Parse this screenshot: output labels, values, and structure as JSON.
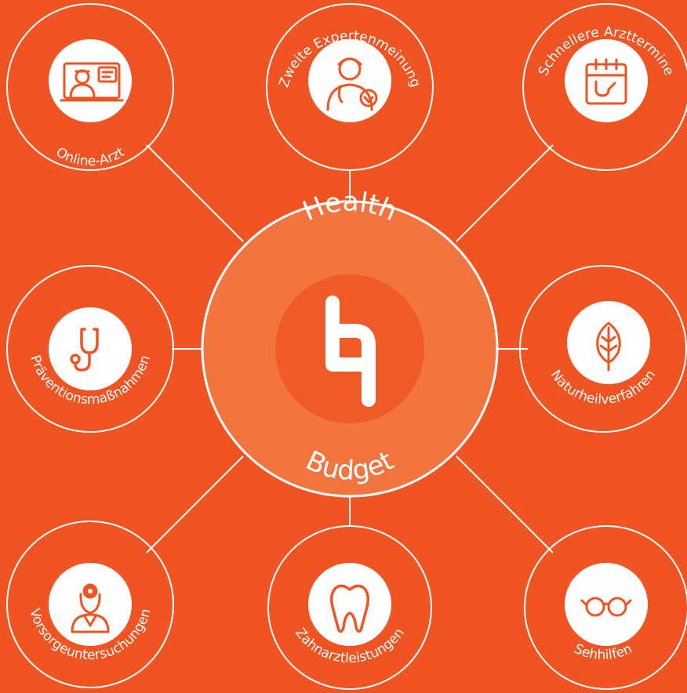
{
  "colors": {
    "background": "#F05423",
    "center_fill": "#F27540",
    "logo_disc": "#F05A27",
    "line": "#ffffff",
    "icon_fill": "#ffffff",
    "icon_stroke": "#F05423"
  },
  "center": {
    "top_label": "Health",
    "bottom_label": "Budget",
    "logo_icon": "health-budget-logo-icon"
  },
  "nodes": [
    {
      "label": "Online-Arzt",
      "icon": "online-doctor-icon"
    },
    {
      "label": "Zweite Expertenmeinung",
      "icon": "doctor-heart-icon"
    },
    {
      "label": "Schnellere Arzttermine",
      "icon": "calendar-stethoscope-icon"
    },
    {
      "label": "Präventionsmaßnahmen",
      "icon": "stethoscope-icon"
    },
    {
      "label": "Naturheilverfahren",
      "icon": "leaf-icon"
    },
    {
      "label": "Vorsorgeuntersuchungen",
      "icon": "doctor-head-mirror-icon"
    },
    {
      "label": "Zahnarztleistungen",
      "icon": "tooth-icon"
    },
    {
      "label": "Sehhilfen",
      "icon": "glasses-icon"
    }
  ]
}
